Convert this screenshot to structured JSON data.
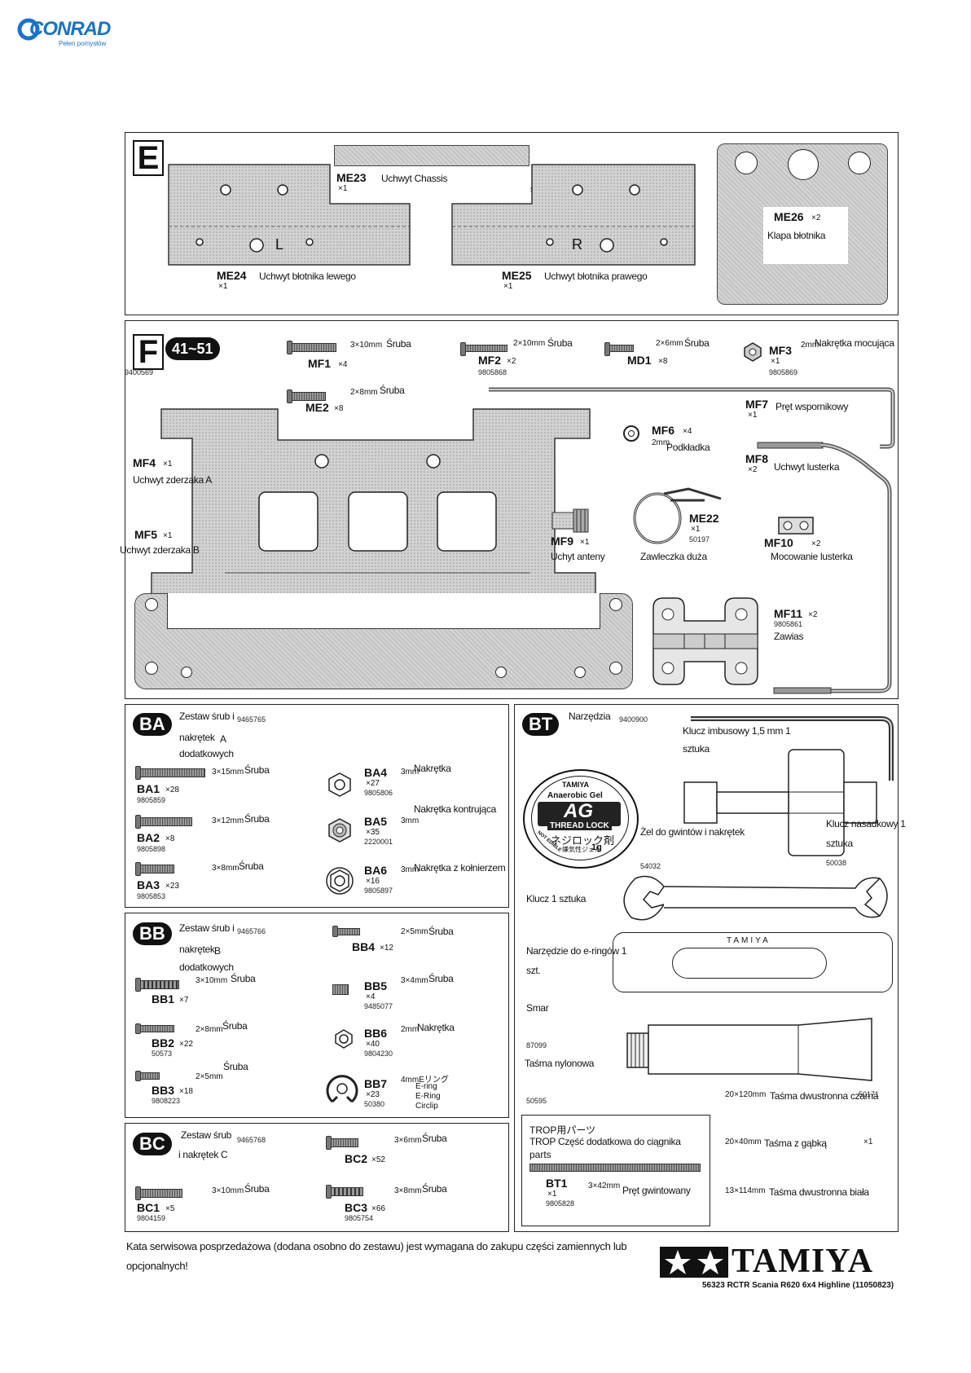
{
  "brand": {
    "name": "CONRAD",
    "tagline": "Pełen pomysłów",
    "color": "#1a73c8"
  },
  "sectionE": {
    "letter": "E",
    "me23": {
      "code": "ME23",
      "count": "×1",
      "name": "Uchwyt Chassis",
      "mark": "s"
    },
    "me24": {
      "code": "ME24",
      "count": "×1",
      "name": "Uchwyt błotnika lewego",
      "side": "L"
    },
    "me25": {
      "code": "ME25",
      "count": "×1",
      "name": "Uchwyt błotnika prawego",
      "side": "R"
    },
    "me26": {
      "code": "ME26",
      "count": "×2",
      "name": "Klapa błotnika"
    }
  },
  "sectionF": {
    "letter": "F",
    "range": "41~51",
    "partno": "9400569",
    "mf1": {
      "code": "MF1",
      "count": "×4",
      "size": "3×10mm",
      "name": "Śruba"
    },
    "mf2": {
      "code": "MF2",
      "count": "×2",
      "size": "2×10mm",
      "name": "Śruba",
      "pn": "9805868"
    },
    "md1": {
      "code": "MD1",
      "count": "×8",
      "size": "2×6mm",
      "name": "Śruba"
    },
    "mf3": {
      "code": "MF3",
      "count": "×1",
      "size": "2mm",
      "name": "Nakrętka mocująca",
      "pn": "9805869"
    },
    "me2": {
      "code": "ME2",
      "count": "×8",
      "size": "2×8mm",
      "name": "Śruba"
    },
    "mf7": {
      "code": "MF7",
      "count": "×1",
      "name": "Pręt wspornikowy"
    },
    "mf6": {
      "code": "MF6",
      "count": "×4",
      "size": "2mm",
      "name": "Podkładka"
    },
    "mf8": {
      "code": "MF8",
      "count": "×2",
      "name": "Uchwyt lusterka"
    },
    "mf4": {
      "code": "MF4",
      "count": "×1",
      "name": "Uchwyt zderzaka A"
    },
    "mf5": {
      "code": "MF5",
      "count": "×1",
      "name": "Uchwyt zderzaka B"
    },
    "mf9": {
      "code": "MF9",
      "count": "×1",
      "name": "Uchyt anteny"
    },
    "me22": {
      "code": "ME22",
      "count": "×1",
      "pn": "50197",
      "name": "Zawleczka duża"
    },
    "mf10": {
      "code": "MF10",
      "count": "×2",
      "name": "Mocowanie lusterka"
    },
    "mf11": {
      "code": "MF11",
      "count": "×2",
      "pn": "9805861",
      "name": "Zawias"
    }
  },
  "sectionBA": {
    "badge": "BA",
    "title1": "Zestaw śrub i",
    "title2": "nakrętek",
    "title3": "dodatkowych",
    "variant": "A",
    "pn": "9465765",
    "items": [
      {
        "code": "BA1",
        "count": "×28",
        "pn": "9805859",
        "size": "3×15mm",
        "name": "Śruba"
      },
      {
        "code": "BA2",
        "count": "×8",
        "pn": "9805898",
        "size": "3×12mm",
        "name": "Śruba"
      },
      {
        "code": "BA3",
        "count": "×23",
        "pn": "9805853",
        "size": "3×8mm",
        "name": "Śruba"
      },
      {
        "code": "BA4",
        "count": "×27",
        "pn": "9805806",
        "size": "3mm",
        "name": "Nakrętka"
      },
      {
        "code": "BA5",
        "count": "×35",
        "pn": "2220001",
        "size": "3mm",
        "name": "Nakrętka kontrująca"
      },
      {
        "code": "BA6",
        "count": "×16",
        "pn": "9805897",
        "size": "3mm",
        "name": "Nakrętka z kołnierzem"
      }
    ]
  },
  "sectionBB": {
    "badge": "BB",
    "title1": "Zestaw śrub i",
    "title2": "nakrętek",
    "title3": "dodatkowych",
    "variant": "B",
    "pn": "9465766",
    "items": [
      {
        "code": "BB1",
        "count": "×7",
        "pn": "",
        "size": "3×10mm",
        "name": "Śruba"
      },
      {
        "code": "BB2",
        "count": "×22",
        "pn": "50573",
        "size": "2×8mm",
        "name": "Śruba"
      },
      {
        "code": "BB3",
        "count": "×18",
        "pn": "9808223",
        "size": "2×5mm",
        "name": "Śruba"
      },
      {
        "code": "BB4",
        "count": "×12",
        "pn": "",
        "size": "2×5mm",
        "name": "Śruba"
      },
      {
        "code": "BB5",
        "count": "×4",
        "pn": "9485077",
        "size": "3×4mm",
        "name": "Śruba"
      },
      {
        "code": "BB6",
        "count": "×40",
        "pn": "9804230",
        "size": "2mm",
        "name": "Nakrętka"
      },
      {
        "code": "BB7",
        "count": "×23",
        "pn": "50380",
        "size": "4mmEリング",
        "name": "E-ring",
        "name2": "E-Ring",
        "name3": "Circlip"
      }
    ]
  },
  "sectionBC": {
    "badge": "BC",
    "title1": "Zestaw śrub",
    "title2": "i nakrętek C",
    "pn": "9465768",
    "items": [
      {
        "code": "BC1",
        "count": "×5",
        "pn": "9804159",
        "size": "3×10mm",
        "name": "Śruba"
      },
      {
        "code": "BC2",
        "count": "×52",
        "pn": "",
        "size": "3×6mm",
        "name": "Śruba"
      },
      {
        "code": "BC3",
        "count": "×66",
        "pn": "9805754",
        "size": "3×8mm",
        "name": "Śruba"
      }
    ]
  },
  "sectionBT": {
    "badge": "BT",
    "title": "Narzędzia",
    "pn": "9400900",
    "hex": {
      "name1": "Klucz imbusowy 1,5 mm 1",
      "name2": "sztuka"
    },
    "gel": {
      "brand": "TAMIYA",
      "line1": "Anaerobic Gel",
      "logo": "AG",
      "line2": "THREAD LOCK",
      "jp": "ネジロック剤",
      "jp2": "嫌気性ジェル",
      "weight": "1g",
      "side1": "NOT EDIBLE",
      "name": "Żel do gwintów i nakrętek",
      "pn": "54032"
    },
    "socket": {
      "name1": "Klucz nasadkowy 1",
      "name2": "sztuka",
      "pn": "50038"
    },
    "wrench": {
      "name": "Klucz 1 sztuka"
    },
    "ering": {
      "name1": "Narzędzie do e-ringów 1",
      "name2": "szt.",
      "label": "TAMIYA"
    },
    "grease": {
      "name": "Smar",
      "pn": "87099"
    },
    "tape1": {
      "name": "Taśma nylonowa",
      "pn": "50595"
    },
    "tape2": {
      "size": "20×120mm",
      "name": "Taśma dwustronna czarna",
      "pn": "50171"
    },
    "tape3": {
      "size": "20×40mm",
      "name": "Taśma z gąbką",
      "count": "×1"
    },
    "tape4": {
      "size": "13×114mm",
      "name": "Taśma dwustronna biała"
    }
  },
  "trop": {
    "line1": "TROP用パーツ",
    "line2": "TROP Część dodatkowa do ciągnika",
    "line3": "parts",
    "bt1": {
      "code": "BT1",
      "count": "×1",
      "pn": "9805828",
      "size": "3×42mm",
      "name": "Pręt gwintowany"
    }
  },
  "footer": {
    "note1": "Kata serwisowa posprzedażowa (dodana osobno do zestawu) jest wymagana do zakupu części zamiennych lub",
    "note2": "opcjonalnych!",
    "logo": "TAMIYA",
    "model": "56323 RCTR Scania R620 6x4 Highline (11050823)"
  }
}
